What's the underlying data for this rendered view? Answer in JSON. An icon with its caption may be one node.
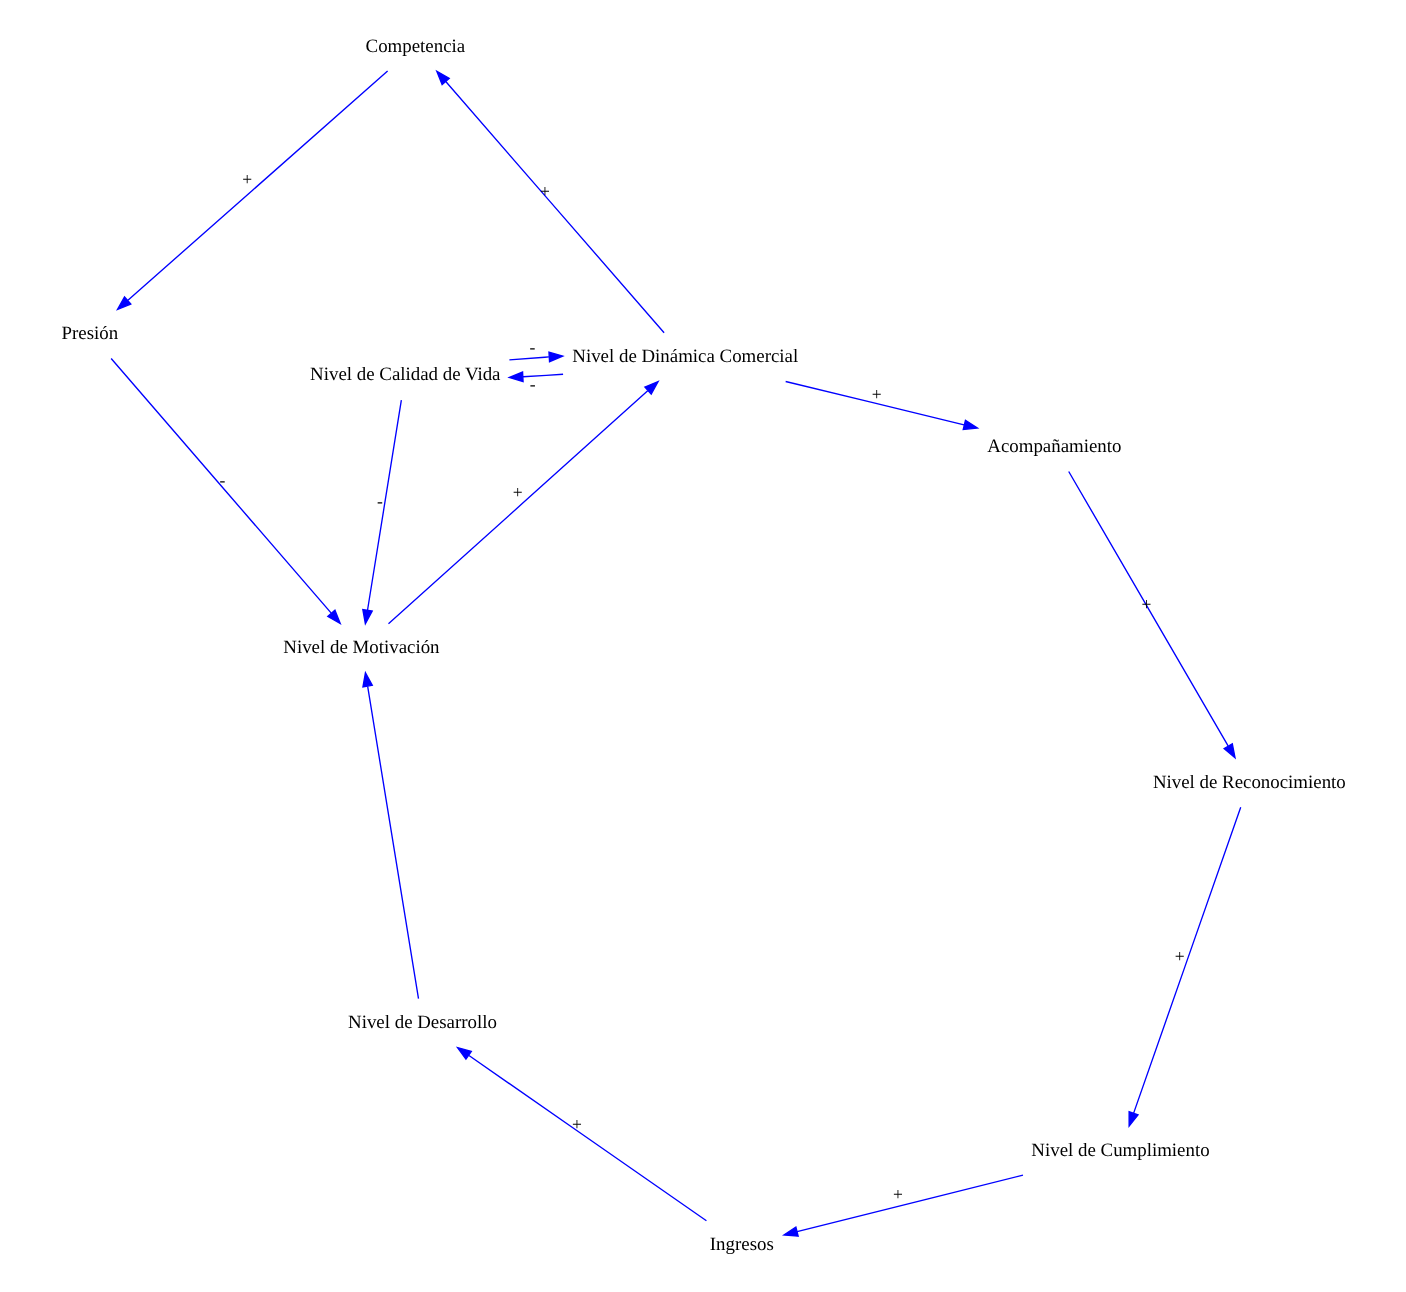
{
  "diagram": {
    "nodes": [
      {
        "text": [
          "Nivel de Reconocimiento"
        ]
      },
      {
        "text": [
          "Nivel de Cumplimiento"
        ]
      },
      {
        "text": [
          "Ingresos"
        ]
      },
      {
        "text": [
          "Acompañamiento"
        ]
      },
      {
        "text": [
          "Nivel de Dinámica Comercial"
        ]
      },
      {
        "text": [
          "Nivel de Desarrollo"
        ]
      },
      {
        "text": [
          "Nivel de Motivación"
        ]
      },
      {
        "text": [
          "Nivel de Calidad de Vida"
        ]
      },
      {
        "text": [
          "Presión"
        ]
      },
      {
        "text": [
          "Competencia"
        ]
      }
    ],
    "edges": [
      {
        "from": 3,
        "to": 0,
        "arrow": "to",
        "label": "+"
      },
      {
        "from": 0,
        "to": 1,
        "arrow": "to",
        "label": "+"
      },
      {
        "from": 1,
        "to": 2,
        "arrow": "to",
        "label": "+"
      },
      {
        "from": 2,
        "to": 5,
        "arrow": "to",
        "label": "+"
      },
      {
        "from": 5,
        "to": 6,
        "arrow": "to"
      },
      {
        "from": 6,
        "to": 4,
        "arrow": "to",
        "label": "+"
      },
      {
        "from": 4,
        "to": 3,
        "arrow": "to",
        "label": "+"
      },
      {
        "from": 4,
        "to": 7,
        "arrow": "to",
        "label": "-"
      },
      {
        "from": 7,
        "to": 4,
        "arrow": "to",
        "label": "-"
      },
      {
        "from": 7,
        "to": 6,
        "arrow": "to",
        "label": "-"
      },
      {
        "from": 8,
        "to": 6,
        "arrow": "to",
        "label": "-"
      },
      {
        "from": 9,
        "to": 8,
        "arrow": "to",
        "label": "+"
      },
      {
        "from": 4,
        "to": 9,
        "arrow": "to",
        "label": "+"
      }
    ]
  }
}
